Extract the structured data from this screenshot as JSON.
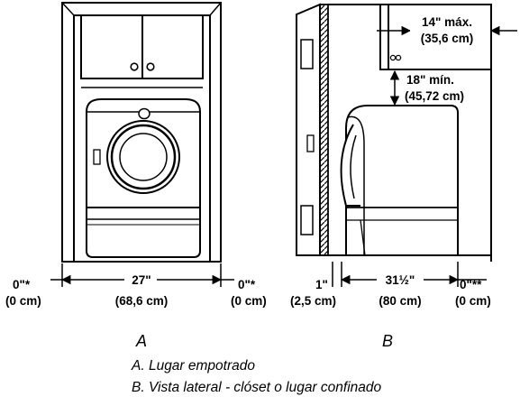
{
  "figure_a": {
    "label": "A",
    "dims": {
      "left_clear": "0\"*",
      "left_clear_cm": "(0 cm)",
      "width": "27\"",
      "width_cm": "(68,6 cm)",
      "right_clear": "0\"*",
      "right_clear_cm": "(0 cm)"
    }
  },
  "figure_b": {
    "label": "B",
    "dims": {
      "cabinet_depth": "14\" máx.",
      "cabinet_depth_cm": "(35,6 cm)",
      "cabinet_gap": "18\" mín.",
      "cabinet_gap_cm": "(45,72 cm)",
      "front_clear": "1\"",
      "front_clear_cm": "(2,5 cm)",
      "depth": "31½\"",
      "depth_cm": "(80 cm)",
      "rear_clear": "0\"**",
      "rear_clear_cm": "(0 cm)"
    }
  },
  "legend": {
    "a": "A. Lugar empotrado",
    "b": "B. Vista lateral - clóset o lugar confinado"
  }
}
